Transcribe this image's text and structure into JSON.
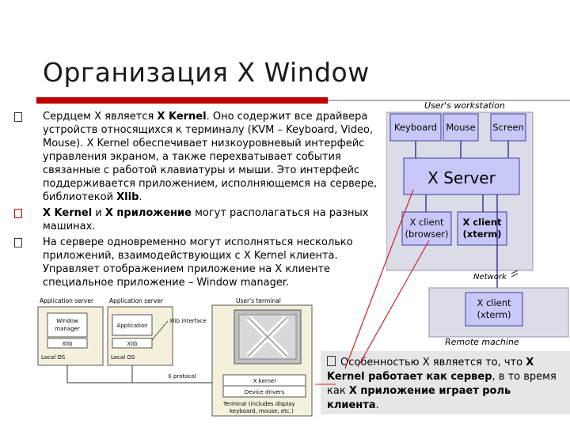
{
  "slide": {
    "title": "Организация X Window"
  },
  "bullets": [
    {
      "mark": "",
      "parts": [
        {
          "t": "Сердцем X является ",
          "b": false
        },
        {
          "t": "X Kernel",
          "b": true
        },
        {
          "t": ". Оно содержит все драйвера устройств относящихся к терминалу (KVM – Keyboard, Video, Mouse). X Kernel обеспечивает низкоуровневый интерфейс управления экраном, а также перехватывает события связанные с работой клавиатуры и мыши. Это интерфейс поддерживается приложением, исполняющемся на сервере,  библиотекой ",
          "b": false
        },
        {
          "t": "Xlib",
          "b": true
        },
        {
          "t": ".",
          "b": false
        }
      ]
    },
    {
      "mark": "",
      "parts": [
        {
          "t": "X Kernel",
          "b": true
        },
        {
          "t": " и ",
          "b": false
        },
        {
          "t": "X приложение",
          "b": true
        },
        {
          "t": " могут располагаться на разных машинах.",
          "b": false
        }
      ]
    },
    {
      "mark": "",
      "parts": [
        {
          "t": " На сервере одновременно могут исполняться несколько приложений, взаимодействующих с X Kernel клиента. Управляет отображением приложение на X клиенте специальное приложение – Window manager.",
          "b": false
        }
      ]
    }
  ],
  "diagram_right": {
    "workstation_label": "User's workstation",
    "keyboard": "Keyboard",
    "mouse": "Mouse",
    "screen": "Screen",
    "x_server": "X Server",
    "client1_line1": "X client",
    "client1_line2": "(browser)",
    "client2_line1": "X client",
    "client2_line2": "(xterm)",
    "network": "Network",
    "remote_client_line1": "X client",
    "remote_client_line2": "(xterm)",
    "remote_label": "Remote machine"
  },
  "diagram_left": {
    "app_server_1": "Application server",
    "app_server_2": "Application server",
    "users_terminal": "User's terminal",
    "window_manager_1": "Window",
    "window_manager_2": "manager",
    "application": "Application",
    "xlib_interface": "Xlib interface",
    "xlib_1": "Xlib",
    "xlib_2": "Xlib",
    "local_os_1": "Local OS",
    "local_os_2": "Local OS",
    "x_protocol": "X protocol",
    "x_kernel": "X kernel",
    "device_drivers": "Device drivers",
    "terminal_note_1": "Terminal (includes display",
    "terminal_note_2": "keyboard, mouse, etc.)"
  },
  "callout": {
    "parts": [
      {
        "t": "Особенностью X является то, что ",
        "b": false
      },
      {
        "t": "X Kernel работает как сервер",
        "b": true
      },
      {
        "t": ", в то время как ",
        "b": false
      },
      {
        "t": "X приложение  играет роль клиента",
        "b": true
      },
      {
        "t": ".",
        "b": false
      }
    ]
  },
  "colors": {
    "accent_red": "#c00000",
    "box_blue": "#c8c8f8",
    "box_border": "#3a3aa0",
    "container_gray": "#dcdce8",
    "arrow_red": "#d02020"
  }
}
